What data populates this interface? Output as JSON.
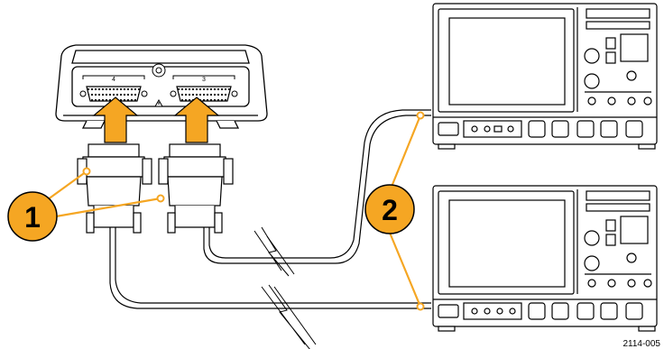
{
  "diagram": {
    "callouts": [
      {
        "label": "1"
      },
      {
        "label": "2"
      }
    ],
    "connector_labels": {
      "left": "4",
      "right": "3"
    },
    "figure_id": "2114-005",
    "colors": {
      "callout_fill": "#f5a623",
      "arrow_fill": "#f5a623",
      "leader_line": "#f5a623",
      "outline": "#000000",
      "body_fill": "#ffffff"
    }
  }
}
